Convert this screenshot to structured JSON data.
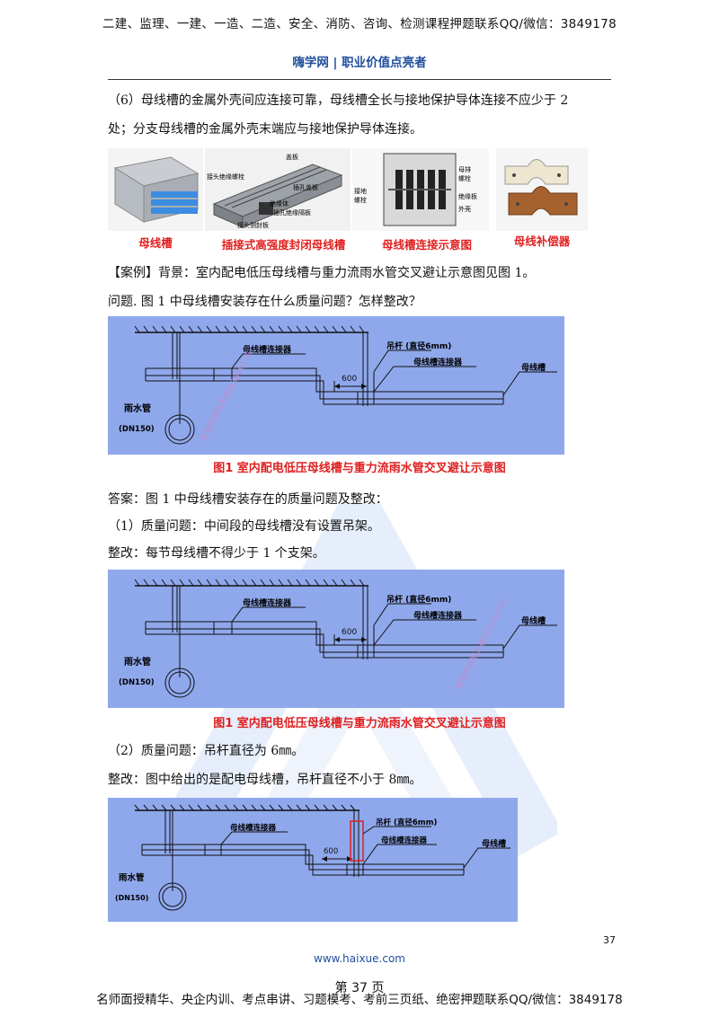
{
  "header": {
    "top_line": "二建、监理、一建、一造、二造、安全、消防、咨询、检测课程押题联系QQ/微信：3849178",
    "brand_line": "嗨学网 | 职业价值点亮者"
  },
  "body": {
    "para_6_line1": "（6）母线槽的金属外壳间应连接可靠，母线槽全长与接地保护导体连接不应少于 2",
    "para_6_line2": "处；分支母线槽的金属外壳末端应与接地保护导体连接。",
    "case_line": "【案例】背景：室内配电低压母线槽与重力流雨水管交叉避让示意图见图 1。",
    "question_line": "问题. 图 1 中母线槽安装存在什么质量问题？怎样整改？",
    "answer_intro": "答案：图 1 中母线槽安装存在的质量问题及整改：",
    "problem_1": "（1）质量问题：中间段的母线槽没有设置吊架。",
    "fix_1": "整改：每节母线槽不得少于 1 个支架。",
    "problem_2": "（2）质量问题：吊杆直径为 6㎜。",
    "fix_2": "整改：图中给出的是配电母线槽，吊杆直径不小于 8㎜。"
  },
  "photos": {
    "captions": [
      "母线槽",
      "插接式高强度封闭母线槽",
      "母线槽连接示意图",
      "母线补偿器"
    ],
    "labels_photo2": [
      "盖板",
      "接头绝缘螺栓",
      "插孔盖板",
      "绝缘体",
      "插孔绝缘隔板",
      "接头侧封板"
    ],
    "labels_photo3": [
      "接地",
      "螺栓",
      "母排",
      "螺栓",
      "绝缘板",
      "外壳"
    ]
  },
  "diagram": {
    "pipe_label": "雨水管",
    "pipe_size": "(DN150)",
    "connector_label": "母线槽连接器",
    "rod_label": "吊杆 (直径6mm)",
    "connector_label_right": "母线槽连接器",
    "busway_label": "母线槽",
    "dimension": "600",
    "figure_caption": "图1  室内配电低压母线槽与重力流雨水管交叉避让示意图",
    "watermark": "精准押题联系微信3849178"
  },
  "footer": {
    "page_number": "37",
    "site": "www.haixue.com",
    "page_label": "第 37 页",
    "bottom_line": "名师面授精华、央企内训、考点串讲、习题模考、考前三页纸、绝密押题联系QQ/微信：3849178"
  },
  "colors": {
    "diagram_bg": "#8fa8ec",
    "caption_red": "#e02020",
    "brand_blue": "#1f4e9d"
  }
}
